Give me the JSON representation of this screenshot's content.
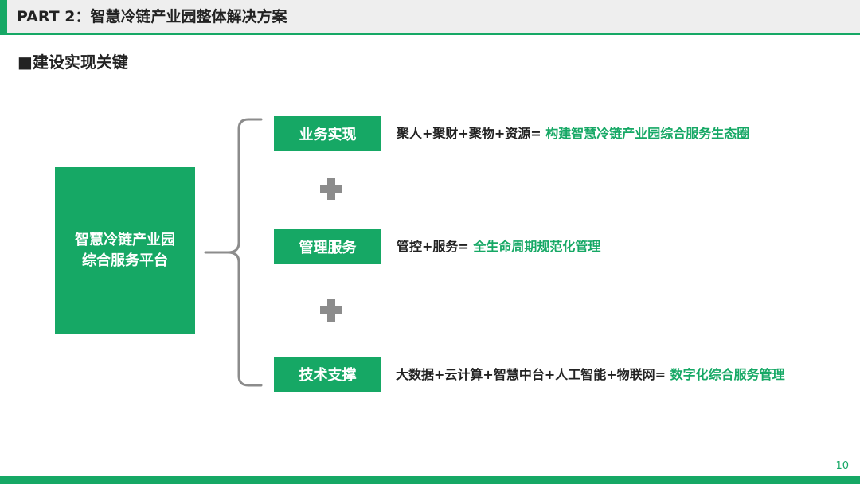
{
  "header": {
    "title": "PART 2：智慧冷链产业园整体解决方案"
  },
  "section": {
    "heading": "■建设实现关键"
  },
  "platform": {
    "line1": "智慧冷链产业园",
    "line2": "综合服务平台"
  },
  "pillars": [
    {
      "label": "业务实现",
      "formula": "聚人+聚财+聚物+资源= ",
      "result": "构建智慧冷链产业园综合服务生态圈"
    },
    {
      "label": "管理服务",
      "formula": "管控+服务= ",
      "result": "全生命周期规范化管理"
    },
    {
      "label": "技术支撑",
      "formula": "大数据+云计算+智慧中台+人工智能+物联网= ",
      "result": "数字化综合服务管理"
    }
  ],
  "footer": {
    "page_number": "10"
  },
  "colors": {
    "accent": "#16a865",
    "plus": "#8c8c8c",
    "bracket": "#8c8c8c"
  }
}
